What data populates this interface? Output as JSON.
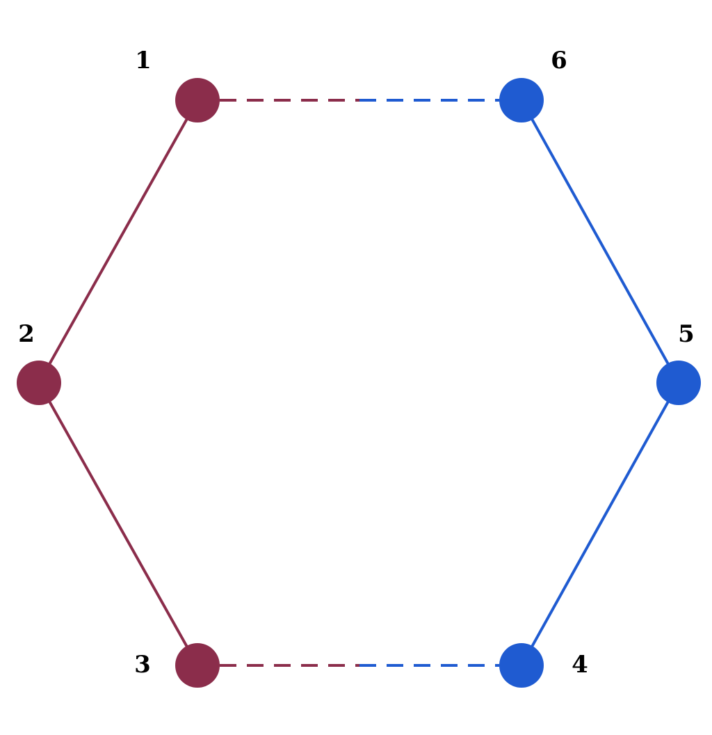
{
  "colors": {
    "red_group": "#8b2d4b",
    "blue_group": "#1f5bd1"
  },
  "nodes": [
    {
      "id": "1",
      "label": "1",
      "group": "red"
    },
    {
      "id": "2",
      "label": "2",
      "group": "red"
    },
    {
      "id": "3",
      "label": "3",
      "group": "red"
    },
    {
      "id": "4",
      "label": "4",
      "group": "blue"
    },
    {
      "id": "5",
      "label": "5",
      "group": "blue"
    },
    {
      "id": "6",
      "label": "6",
      "group": "blue"
    }
  ],
  "edges": [
    {
      "from": "1",
      "to": "2",
      "style": "solid",
      "group": "red"
    },
    {
      "from": "2",
      "to": "3",
      "style": "solid",
      "group": "red"
    },
    {
      "from": "6",
      "to": "5",
      "style": "solid",
      "group": "blue"
    },
    {
      "from": "5",
      "to": "4",
      "style": "solid",
      "group": "blue"
    },
    {
      "from": "1",
      "to": "6",
      "style": "dashed",
      "group": "mixed"
    },
    {
      "from": "3",
      "to": "4",
      "style": "dashed",
      "group": "mixed"
    }
  ]
}
